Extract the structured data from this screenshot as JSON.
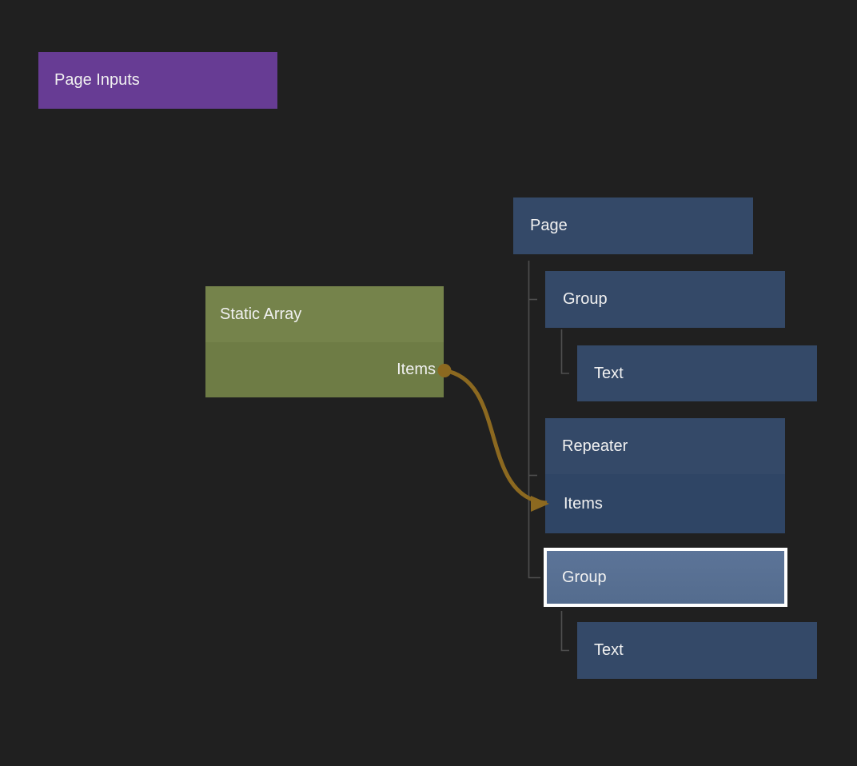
{
  "graph": {
    "page_inputs": {
      "label": "Page Inputs",
      "color": "#673C94"
    },
    "static_array": {
      "title": "Static Array",
      "output_port": "Items",
      "header_color": "#75834B",
      "body_color": "#6E7C45"
    },
    "tree": {
      "page": {
        "label": "Page"
      },
      "group_1": {
        "label": "Group"
      },
      "text_1": {
        "label": "Text"
      },
      "repeater": {
        "title": "Repeater",
        "input_port": "Items"
      },
      "group_2": {
        "label": "Group",
        "selected": true
      },
      "text_2": {
        "label": "Text"
      }
    },
    "connection": {
      "from": "Static Array / Items",
      "to": "Repeater / Items",
      "color": "#8C6920"
    },
    "colors": {
      "background": "#202020",
      "node_blue": "#344968",
      "node_blue_port_row": "#2F4565",
      "selected_fill": "#587094",
      "selected_border": "#FFFFFF",
      "tree_line": "#4F4F4F",
      "text": "#F1F1F1"
    }
  }
}
